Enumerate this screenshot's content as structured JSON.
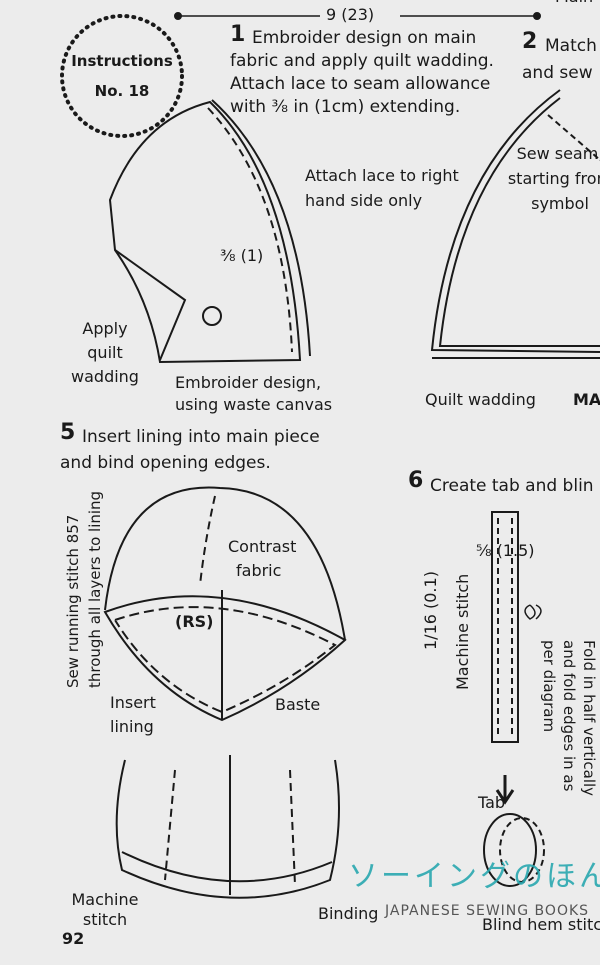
{
  "header": {
    "page_ref": "9 (23)",
    "top_right_partial": "Main"
  },
  "badge": {
    "line1": "Instructions",
    "line2": "No. 18"
  },
  "step1": {
    "number": "1",
    "lines": [
      "Embroider design on main",
      "fabric and apply quilt wadding.",
      "Attach lace to seam allowance",
      "with ⅜ in (1cm) extending."
    ],
    "labels": {
      "lace": [
        "Attach lace to right",
        "hand side only"
      ],
      "measure": "⅜ (1)",
      "wadding": [
        "Apply",
        "quilt",
        "wadding"
      ],
      "embroider": [
        "Embroider design,",
        "using waste canvas"
      ]
    }
  },
  "step2": {
    "number": "2",
    "lines": [
      "Match",
      "and sew"
    ],
    "labels": {
      "seam": [
        "Sew seam,",
        "starting from",
        "symbol"
      ],
      "wadding": "Quilt wadding",
      "partial": "MA"
    }
  },
  "step5": {
    "number": "5",
    "lines": [
      "Insert lining into main piece",
      "and bind opening edges."
    ],
    "labels": {
      "running": [
        "Sew running stitch 857",
        "through all layers to lining"
      ],
      "contrast": [
        "Contrast",
        "fabric"
      ],
      "rs": "(RS)",
      "insert": [
        "Insert",
        "lining"
      ],
      "baste": "Baste",
      "machine": [
        "Machine",
        "stitch"
      ],
      "binding": "Binding"
    }
  },
  "step6": {
    "number": "6",
    "lines": [
      "Create tab and blin"
    ],
    "labels": {
      "measure": "⅝ (1.5)",
      "small": "1/16 (0.1)",
      "machine": "Machine stitch",
      "fold": [
        "Fold in half vertically",
        "and fold edges in as",
        "per diagram"
      ],
      "tab": "Tab",
      "blind": "Blind hem stitc"
    }
  },
  "watermark": {
    "jp": "ソーイングのほん",
    "en": "JAPANESE SEWING BOOKS",
    "color": "#2aa8b0"
  },
  "page_number": "92"
}
